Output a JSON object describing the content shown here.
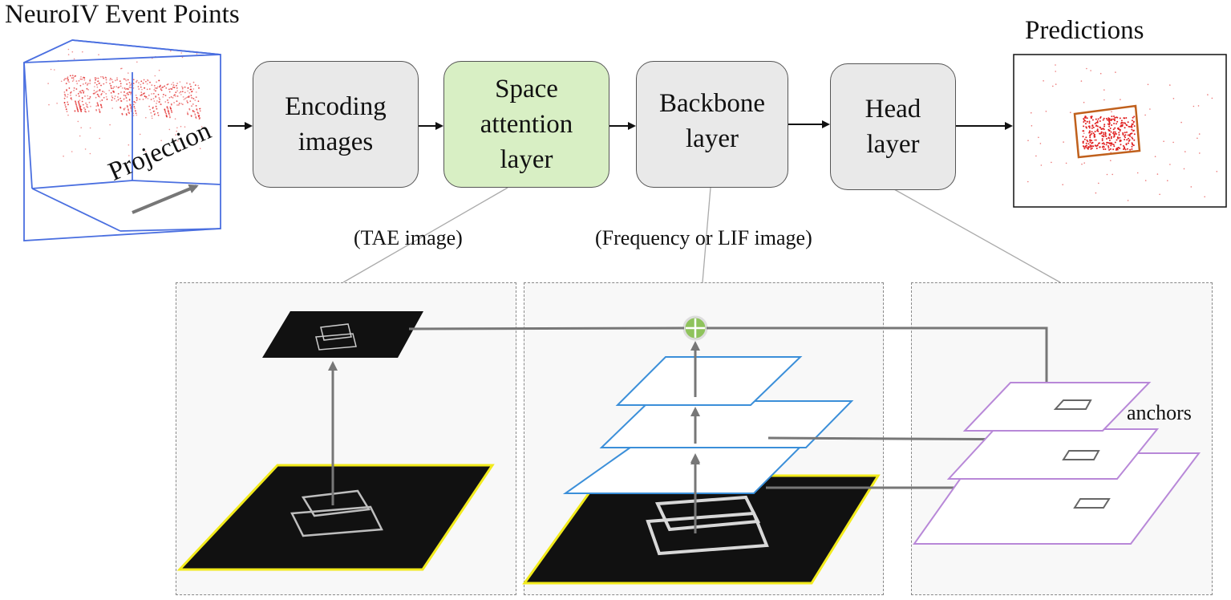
{
  "title": "NeuroIV Event Points",
  "projection_label": "Projection",
  "predictions_label": "Predictions",
  "stages": [
    {
      "lines": [
        "Encoding",
        "images"
      ]
    },
    {
      "lines": [
        "Space",
        "attention",
        "layer"
      ]
    },
    {
      "lines": [
        "Backbone",
        "layer"
      ]
    },
    {
      "lines": [
        "Head",
        "layer"
      ]
    }
  ],
  "tae_label": "(TAE image)",
  "freq_label": "(Frequency or LIF image)",
  "anchors_label": "anchors",
  "colors": {
    "stage_box": "#e9e9e9",
    "attention_box": "#d8efc4",
    "cube_edge": "#4a6fe0",
    "event_points": "#e02020",
    "pred_box": "#c0601c",
    "feature_layer": "#3b8fd9",
    "anchor_layer": "#b888d8",
    "input_frame": "#f2ea1c",
    "fusion_node": "#8fc35c"
  },
  "icons": [
    "arrow-right-icon",
    "fusion-plus-icon"
  ]
}
